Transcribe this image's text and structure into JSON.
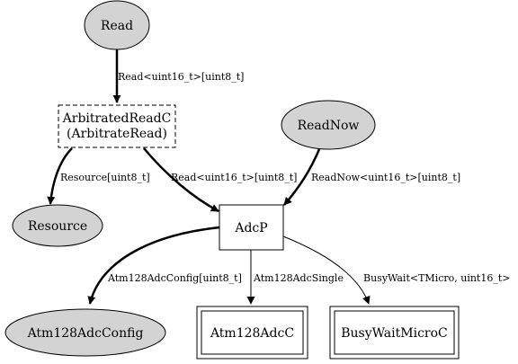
{
  "nodes": {
    "read": "Read",
    "arbitrated_read_c": "ArbitratedReadC",
    "arbitrated_read_c_sub": "(ArbitrateRead)",
    "read_now": "ReadNow",
    "resource": "Resource",
    "adcp": "AdcP",
    "atm128_adc_config": "Atm128AdcConfig",
    "atm128_adc_c": "Atm128AdcC",
    "busy_wait_micro_c": "BusyWaitMicroC"
  },
  "edges": {
    "read_to_arbitrated": "Read<uint16_t>[uint8_t]",
    "arbitrated_to_resource": "Resource[uint8_t]",
    "arbitrated_to_adcp": "Read<uint16_t>[uint8_t]",
    "readnow_to_adcp": "ReadNow<uint16_t>[uint8_t]",
    "adcp_to_config": "Atm128AdcConfig[uint8_t]",
    "adcp_to_adcc": "Atm128AdcSingle",
    "adcp_to_busywait": "BusyWait<TMicro, uint16_t>"
  },
  "colors": {
    "node_fill": "#d3d3d3",
    "stroke": "#000000",
    "background": "#ffffff"
  }
}
